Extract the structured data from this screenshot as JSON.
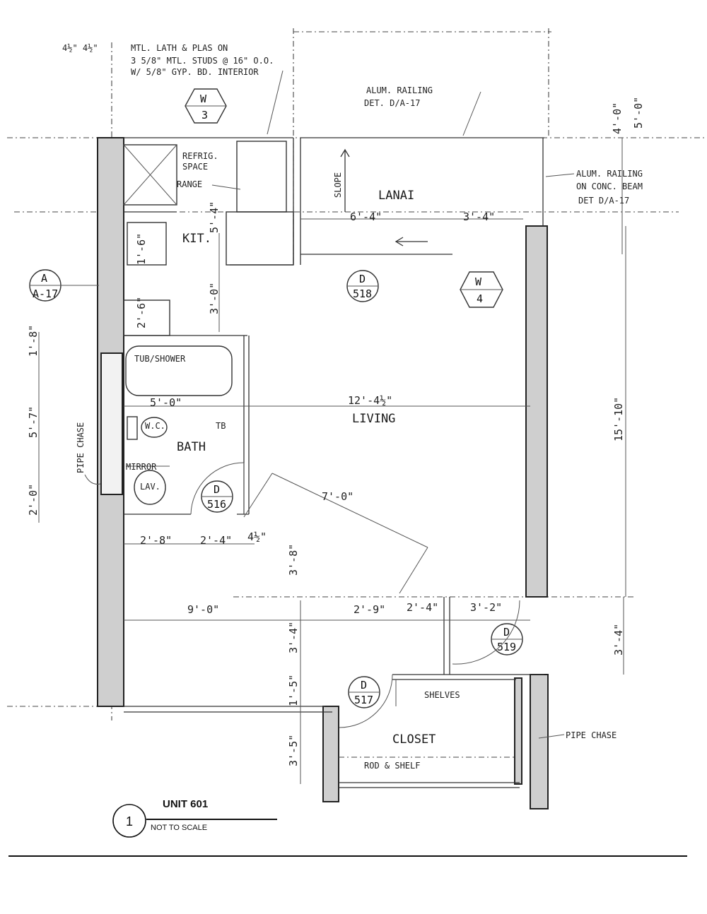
{
  "notes": {
    "wall_dims": "4½\"  4½\"",
    "wall_note_1": "MTL. LATH & PLAS ON",
    "wall_note_2": "3 5/8\" MTL. STUDS @ 16\" O.O.",
    "wall_note_3": "W/ 5/8\" GYP. BD. INTERIOR",
    "railing_1_line1": "ALUM. RAILING",
    "railing_1_line2": "DET. D/A-17",
    "railing_2_line1": "ALUM. RAILING",
    "railing_2_line2": "ON CONC. BEAM",
    "railing_2_line3": "DET D/A-17",
    "refrig_1": "REFRIG.",
    "refrig_2": "SPACE",
    "range": "RANGE",
    "slope": "SLOPE",
    "pipe_chase_left": "PIPE CHASE",
    "pipe_chase_right": "PIPE CHASE",
    "mirror": "MIRROR",
    "shelves": "SHELVES",
    "rod_shelf": "ROD & SHELF",
    "tub_shower": "TUB/SHOWER",
    "wc": "W.C.",
    "lav": "LAV.",
    "tb": "TB"
  },
  "rooms": {
    "lanai": "LANAI",
    "kit": "KIT.",
    "living": "LIVING",
    "bath": "BATH",
    "closet": "CLOSET"
  },
  "dimensions": {
    "lanai_w1": "6'-4\"",
    "lanai_w2": "3'-4\"",
    "top_right": "4'-0\"",
    "top_right_b": "5'-0\"",
    "right_main": "15'-10\"",
    "right_bottom": "3'-4\"",
    "living_w": "12'-4½\"",
    "bath_w": "5'-0\"",
    "diag": "7'-0\"",
    "b_2_8": "2'-8\"",
    "b_2_4": "2'-4\"",
    "b_4_5": "4½\"",
    "left_5_7": "5'-7\"",
    "left_1_8": "1'-8\"",
    "left_2_0": "2'-0\"",
    "kit_5_4": "5'-4\"",
    "kit_3_0": "3'-0\"",
    "kit_1_6": "1'-6\"",
    "kit_2_6": "2'-6\"",
    "mid_3_8": "3'-8\"",
    "c_9_0": "9'-0\"",
    "c_2_9": "2'-9\"",
    "c_2_4": "2'-4\"",
    "c_3_2": "3'-2\"",
    "c_3_4": "3'-4\"",
    "c_1_5": "1'-5\"",
    "c_3_5": "3'-5\""
  },
  "tags": {
    "w3_top": "W",
    "w3_bot": "3",
    "w4_top": "W",
    "w4_bot": "4",
    "a_top": "A",
    "a_bot": "A-17",
    "d518_top": "D",
    "d518_bot": "518",
    "d516_top": "D",
    "d516_bot": "516",
    "d519_top": "D",
    "d519_bot": "519",
    "d517_top": "D",
    "d517_bot": "517"
  },
  "title_block": {
    "number": "1",
    "name": "UNIT 601",
    "scale": "NOT TO SCALE"
  }
}
